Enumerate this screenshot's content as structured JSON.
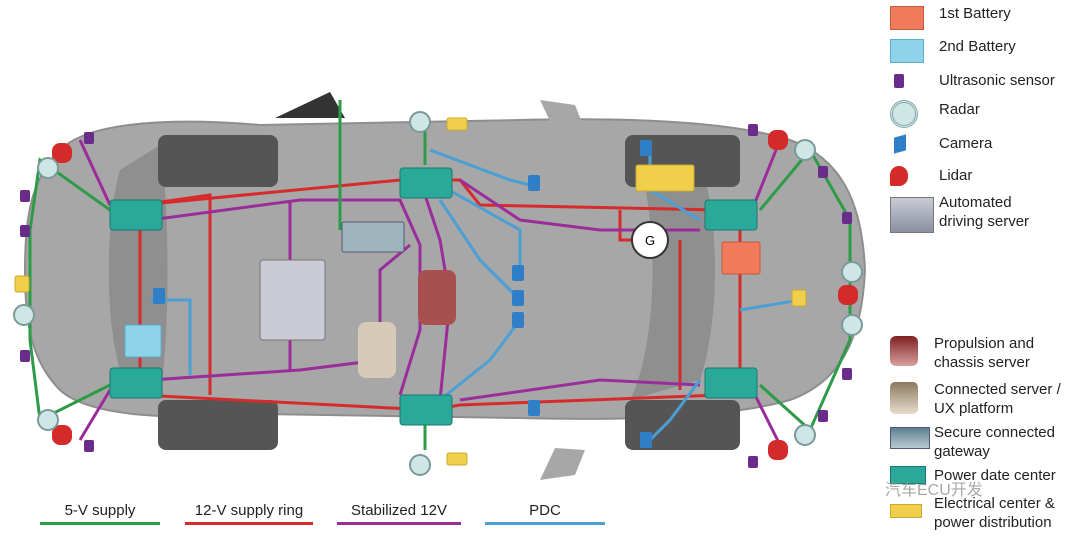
{
  "colors": {
    "supply_5v": "#2e9b48",
    "supply_12v_ring": "#d62b2b",
    "stabilized_12v": "#9b2d9b",
    "pdc": "#4a9fd4",
    "car_body": "#9e9e9e",
    "battery1": "#f07a5a",
    "battery2": "#8fd3ea",
    "ultrasonic": "#6a2b8a",
    "camera": "#2f7fc8",
    "lidar": "#d42a2a",
    "power_data_center": "#2aa89a",
    "electrical_center": "#f2cf4a"
  },
  "legend": {
    "battery1": "1st Battery",
    "battery2": "2nd Battery",
    "ultrasonic": "Ultrasonic sensor",
    "radar": "Radar",
    "camera": "Camera",
    "lidar": "Lidar",
    "automated_driving_server": "Automated\ndriving server",
    "propulsion_server": "Propulsion and\nchassis server",
    "connected_server": "Connected server /\nUX platform",
    "secure_gateway": "Secure connected\ngateway",
    "power_data_center": "Power date center",
    "electrical_center": "Electrical center &\npower distribution"
  },
  "supplies": {
    "v5": "5-V supply",
    "v12ring": "12-V supply ring",
    "stab12": "Stabilized 12V",
    "pdc": "PDC"
  },
  "generator_label": "G",
  "watermark": "汽车ECU开发"
}
